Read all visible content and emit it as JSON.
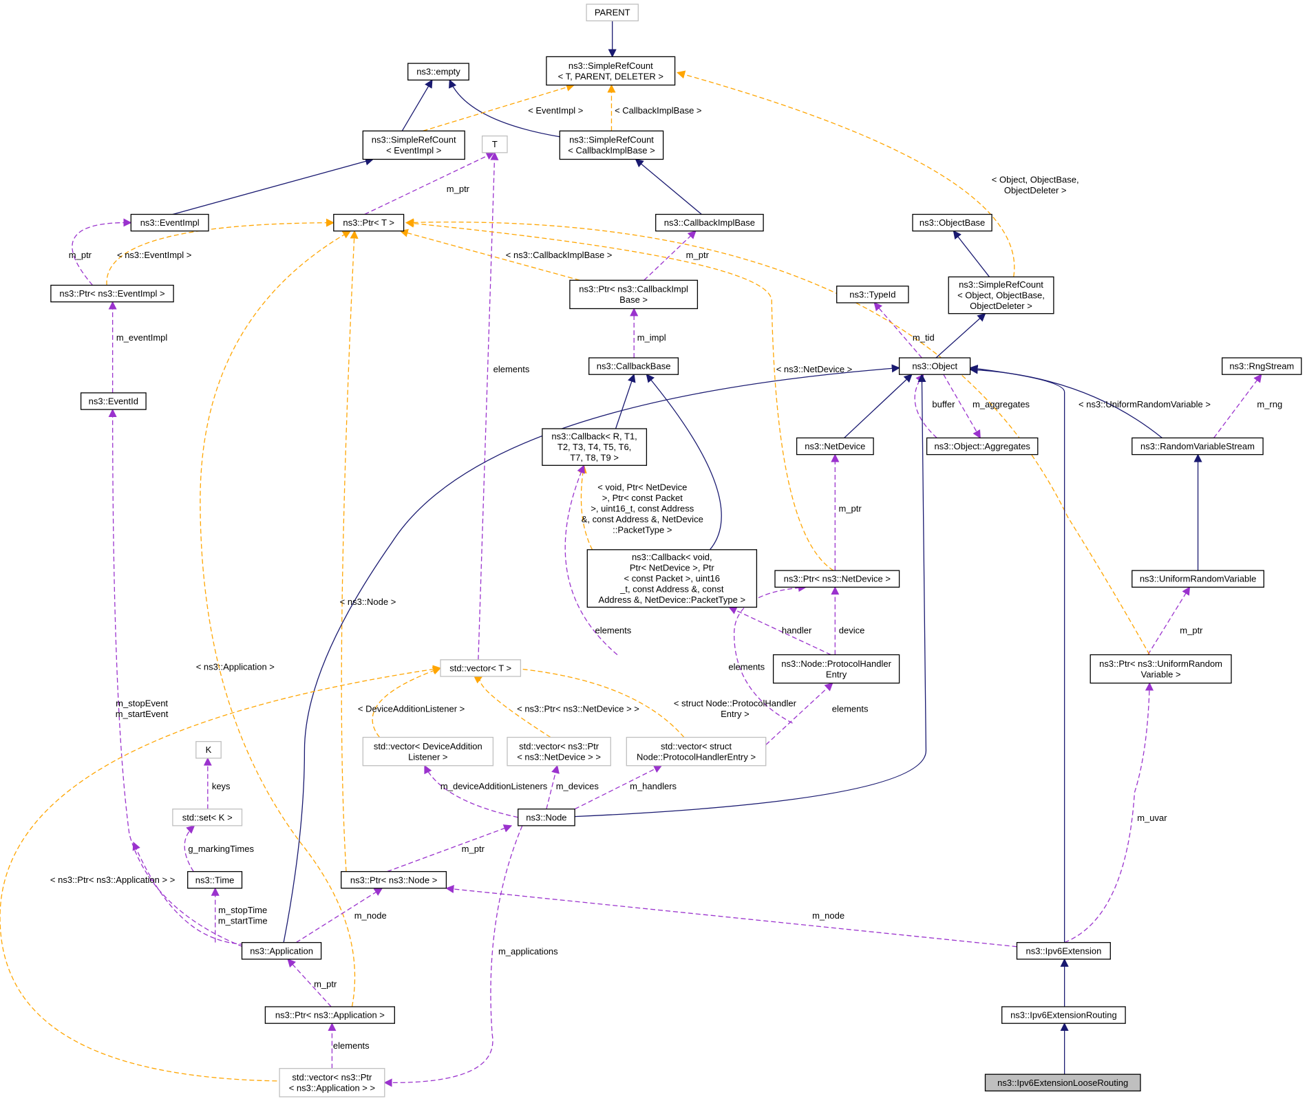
{
  "diagram": {
    "colors": {
      "inheritance": "#191970",
      "template": "#FFA500",
      "usage": "#9A32CD",
      "box_border": "#000000",
      "external_border": "#BFBFBF",
      "highlight_fill": "#BFBFBF"
    },
    "nodes": {
      "parent": {
        "lines": [
          "PARENT"
        ],
        "kind": "external"
      },
      "empty": {
        "lines": [
          "ns3::empty"
        ],
        "kind": "class"
      },
      "srcT": {
        "lines": [
          "ns3::SimpleRefCount",
          "< T, PARENT, DELETER >"
        ],
        "kind": "class"
      },
      "srcEvent": {
        "lines": [
          "ns3::SimpleRefCount",
          "< EventImpl >"
        ],
        "kind": "class"
      },
      "srcCallback": {
        "lines": [
          "ns3::SimpleRefCount",
          "< CallbackImplBase >"
        ],
        "kind": "class"
      },
      "T": {
        "lines": [
          "T"
        ],
        "kind": "external"
      },
      "eventImpl": {
        "lines": [
          "ns3::EventImpl"
        ],
        "kind": "class"
      },
      "ptrT": {
        "lines": [
          "ns3::Ptr< T >"
        ],
        "kind": "class"
      },
      "callbackImplBase": {
        "lines": [
          "ns3::CallbackImplBase"
        ],
        "kind": "class"
      },
      "objectBase": {
        "lines": [
          "ns3::ObjectBase"
        ],
        "kind": "class"
      },
      "ptrEventImpl": {
        "lines": [
          "ns3::Ptr< ns3::EventImpl >"
        ],
        "kind": "class"
      },
      "ptrCallbackImpl": {
        "lines": [
          "ns3::Ptr< ns3::CallbackImpl",
          "Base >"
        ],
        "kind": "class"
      },
      "srcObject": {
        "lines": [
          "ns3::SimpleRefCount",
          "< Object, ObjectBase,",
          "ObjectDeleter >"
        ],
        "kind": "class"
      },
      "typeId": {
        "lines": [
          "ns3::TypeId"
        ],
        "kind": "class"
      },
      "callbackBase": {
        "lines": [
          "ns3::CallbackBase"
        ],
        "kind": "class"
      },
      "object": {
        "lines": [
          "ns3::Object"
        ],
        "kind": "class"
      },
      "rngStream": {
        "lines": [
          "ns3::RngStream"
        ],
        "kind": "class"
      },
      "eventId": {
        "lines": [
          "ns3::EventId"
        ],
        "kind": "class"
      },
      "callbackGeneric": {
        "lines": [
          "ns3::Callback< R, T1,",
          "T2, T3, T4, T5, T6,",
          "T7, T8, T9 >"
        ],
        "kind": "class"
      },
      "netDevice": {
        "lines": [
          "ns3::NetDevice"
        ],
        "kind": "class"
      },
      "aggregates": {
        "lines": [
          "ns3::Object::Aggregates"
        ],
        "kind": "class"
      },
      "randomVariableStream": {
        "lines": [
          "ns3::RandomVariableStream"
        ],
        "kind": "class"
      },
      "callbackVoid": {
        "lines": [
          "ns3::Callback< void,",
          "Ptr< NetDevice >, Ptr",
          "< const Packet >, uint16",
          "_t, const Address &, const",
          "Address &, NetDevice::PacketType >"
        ],
        "kind": "class"
      },
      "ptrNetDevice": {
        "lines": [
          "ns3::Ptr< ns3::NetDevice >"
        ],
        "kind": "class"
      },
      "uniformRandomVariable": {
        "lines": [
          "ns3::UniformRandomVariable"
        ],
        "kind": "class"
      },
      "vectorT": {
        "lines": [
          "std::vector< T >"
        ],
        "kind": "external"
      },
      "protocolHandlerEntry": {
        "lines": [
          "ns3::Node::ProtocolHandler",
          "Entry"
        ],
        "kind": "class"
      },
      "ptrUniformRandom": {
        "lines": [
          "ns3::Ptr< ns3::UniformRandom",
          "Variable >"
        ],
        "kind": "class"
      },
      "K": {
        "lines": [
          "K"
        ],
        "kind": "external"
      },
      "vectorListener": {
        "lines": [
          "std::vector< DeviceAddition",
          "Listener >"
        ],
        "kind": "external"
      },
      "vectorPtrNetDevice": {
        "lines": [
          "std::vector< ns3::Ptr",
          "< ns3::NetDevice > >"
        ],
        "kind": "external"
      },
      "vectorHandlerEntry": {
        "lines": [
          "std::vector< struct",
          "Node::ProtocolHandlerEntry >"
        ],
        "kind": "external"
      },
      "setK": {
        "lines": [
          "std::set< K >"
        ],
        "kind": "external"
      },
      "node": {
        "lines": [
          "ns3::Node"
        ],
        "kind": "class"
      },
      "time": {
        "lines": [
          "ns3::Time"
        ],
        "kind": "class"
      },
      "ptrNode": {
        "lines": [
          "ns3::Ptr< ns3::Node >"
        ],
        "kind": "class"
      },
      "application": {
        "lines": [
          "ns3::Application"
        ],
        "kind": "class"
      },
      "ipv6Extension": {
        "lines": [
          "ns3::Ipv6Extension"
        ],
        "kind": "class"
      },
      "ptrApplication": {
        "lines": [
          "ns3::Ptr< ns3::Application >"
        ],
        "kind": "class"
      },
      "ipv6ExtensionRouting": {
        "lines": [
          "ns3::Ipv6ExtensionRouting"
        ],
        "kind": "class"
      },
      "vectorPtrApplication": {
        "lines": [
          "std::vector< ns3::Ptr",
          "< ns3::Application > >"
        ],
        "kind": "external"
      },
      "ipv6ExtensionLooseRouting": {
        "lines": [
          "ns3::Ipv6ExtensionLooseRouting"
        ],
        "kind": "highlight"
      }
    },
    "edge_labels": {
      "eventImplTpl": [
        "< EventImpl >"
      ],
      "callbackImplTpl": [
        "< CallbackImplBase >"
      ],
      "objectTpl": [
        "< Object, ObjectBase,",
        "ObjectDeleter >"
      ],
      "mPtr": [
        "m_ptr"
      ],
      "ptrEventImplTpl": [
        "< ns3::EventImpl >"
      ],
      "ptrCallbackImplTpl": [
        "< ns3::CallbackImplBase >"
      ],
      "mEventImpl": [
        "m_eventImpl"
      ],
      "mImpl": [
        "m_impl"
      ],
      "elements": [
        "elements"
      ],
      "ptrNetDeviceTpl": [
        "< ns3::NetDevice >"
      ],
      "mTid": [
        "m_tid"
      ],
      "buffer": [
        "buffer"
      ],
      "mAggregates": [
        "m_aggregates"
      ],
      "uniformRandomTpl": [
        "< ns3::UniformRandomVariable >"
      ],
      "mRng": [
        "m_rng"
      ],
      "callbackVoidTpl": [
        "< void, Ptr< NetDevice",
        ">, Ptr< const Packet",
        ">, uint16_t, const Address",
        "&, const Address &, NetDevice",
        "::PacketType >"
      ],
      "ptrNodeTpl": [
        "< ns3::Node >"
      ],
      "handler": [
        "handler"
      ],
      "device": [
        "device"
      ],
      "ptrApplicationTpl": [
        "< ns3::Application >"
      ],
      "mStartEvent": [
        "m_stopEvent",
        "m_startEvent"
      ],
      "listenerTpl": [
        "< DeviceAdditionListener >"
      ],
      "ptrNetDeviceVecTpl": [
        "< ns3::Ptr< ns3::NetDevice > >"
      ],
      "handlerEntryTpl": [
        "< struct Node::ProtocolHandler",
        "Entry >"
      ],
      "keys": [
        "keys"
      ],
      "mDeviceAdditionListeners": [
        "m_deviceAdditionListeners"
      ],
      "mDevices": [
        "m_devices"
      ],
      "mHandlers": [
        "m_handlers"
      ],
      "mUvar": [
        "m_uvar"
      ],
      "gMarkingTimes": [
        "g_markingTimes"
      ],
      "ptrApplicationVecTpl": [
        "< ns3::Ptr< ns3::Application > >"
      ],
      "mNode": [
        "m_node"
      ],
      "mStartTime": [
        "m_stopTime",
        "m_startTime"
      ],
      "mApplications": [
        "m_applications"
      ]
    }
  }
}
